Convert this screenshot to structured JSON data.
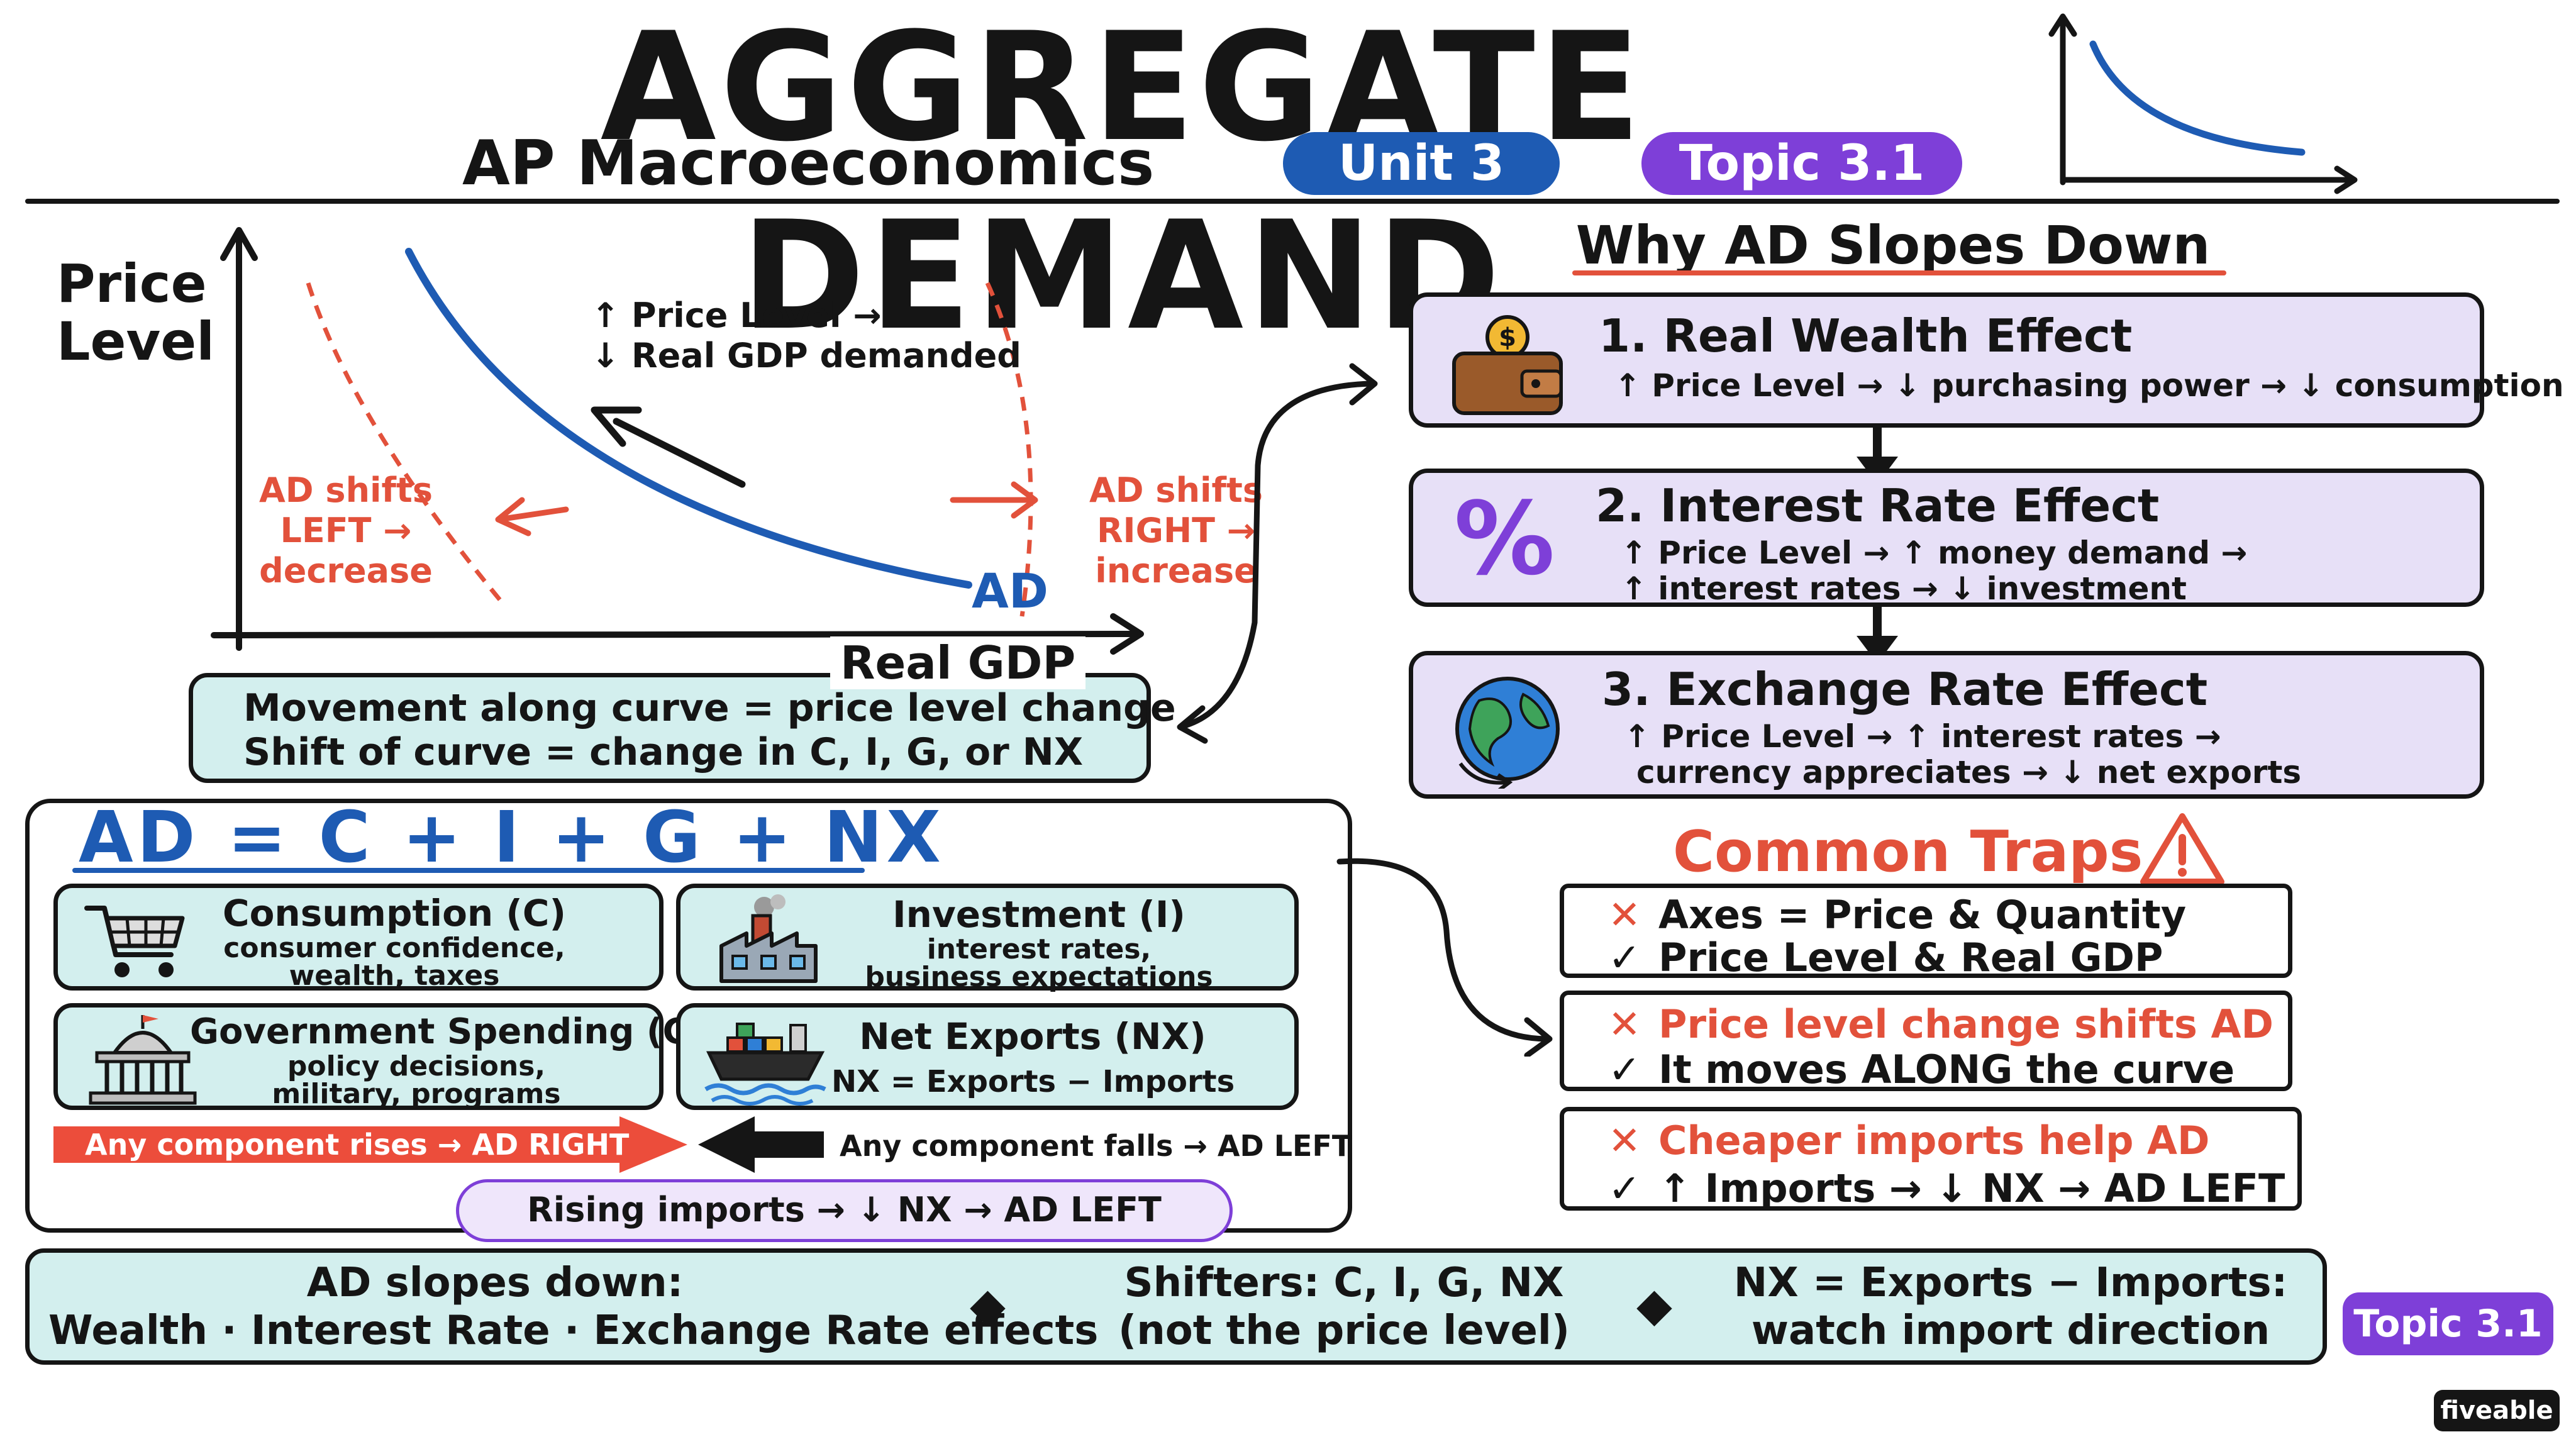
{
  "header": {
    "title": "AGGREGATE DEMAND",
    "subtitle": "AP Macroeconomics",
    "unit_badge": "Unit 3",
    "topic_badge": "Topic 3.1"
  },
  "graph": {
    "y_axis_label_line1": "Price",
    "y_axis_label_line2": "Level",
    "x_axis_label": "Real GDP",
    "curve_label": "AD",
    "movement_line1": "↑ Price Level →",
    "movement_line2": "↓ Real GDP demanded",
    "left_shift": [
      "AD shifts",
      "LEFT →",
      "decrease"
    ],
    "right_shift": [
      "AD shifts",
      "RIGHT →",
      "increase"
    ]
  },
  "movement_box": {
    "line1": "Movement along curve = price level change",
    "line2": "Shift of curve = change in C, I, G, or NX"
  },
  "why_slopes": {
    "heading": "Why AD Slopes Down",
    "effects": [
      {
        "title": "1. Real Wealth Effect",
        "line1": "↑ Price Level → ↓ purchasing power → ↓ consumption",
        "line2": "",
        "icon": "wallet-icon"
      },
      {
        "title": "2. Interest Rate Effect",
        "line1": "↑ Price Level → ↑ money demand →",
        "line2": "↑ interest rates → ↓ investment",
        "icon": "percent-icon"
      },
      {
        "title": "3. Exchange Rate Effect",
        "line1": "↑ Price Level → ↑ interest rates →",
        "line2": "currency appreciates → ↓ net exports",
        "icon": "globe-icon"
      }
    ]
  },
  "formula": {
    "equation": "AD = C + I + G + NX",
    "components": [
      {
        "title": "Consumption (C)",
        "line1": "consumer confidence,",
        "line2": "wealth, taxes",
        "icon": "cart-icon"
      },
      {
        "title": "Investment (I)",
        "line1": "interest rates,",
        "line2": "business expectations",
        "icon": "factory-icon"
      },
      {
        "title": "Government Spending (G)",
        "line1": "policy decisions,",
        "line2": "military, programs",
        "icon": "capitol-icon"
      },
      {
        "title": "Net Exports (NX)",
        "line1": "NX = Exports − Imports",
        "line2": "",
        "icon": "ship-icon"
      }
    ],
    "rises": "Any component rises → AD RIGHT",
    "falls": "Any component falls → AD LEFT",
    "imports_note": "Rising imports → ↓ NX → AD LEFT"
  },
  "traps": {
    "heading": "Common Traps",
    "items": [
      {
        "wrong": "Axes = Price & Quantity",
        "right": "Price Level & Real GDP"
      },
      {
        "wrong": "Price level change shifts AD",
        "right": "It moves ALONG the curve"
      },
      {
        "wrong": "Cheaper imports help AD",
        "right": "↑ Imports → ↓ NX → AD LEFT"
      }
    ],
    "x_mark": "✕",
    "check_mark": "✓"
  },
  "summary": {
    "part1_line1": "AD slopes down:",
    "part1_line2": "Wealth · Interest Rate · Exchange Rate effects",
    "part2_line1": "Shifters: C, I, G, NX",
    "part2_line2": "(not the price level)",
    "part3_line1": "NX = Exports − Imports:",
    "part3_line2": "watch import direction",
    "separator": "◆"
  },
  "footer": {
    "topic_badge": "Topic 3.1",
    "brand": "fiveable"
  },
  "colors": {
    "ad_curve": "#1e5bb3",
    "shift": "#e2513b",
    "teal_fill": "#d3efee",
    "lavender_fill": "#e7e0f7",
    "unit_badge": "#1e5bb3",
    "topic_badge": "#7e3fd8"
  }
}
